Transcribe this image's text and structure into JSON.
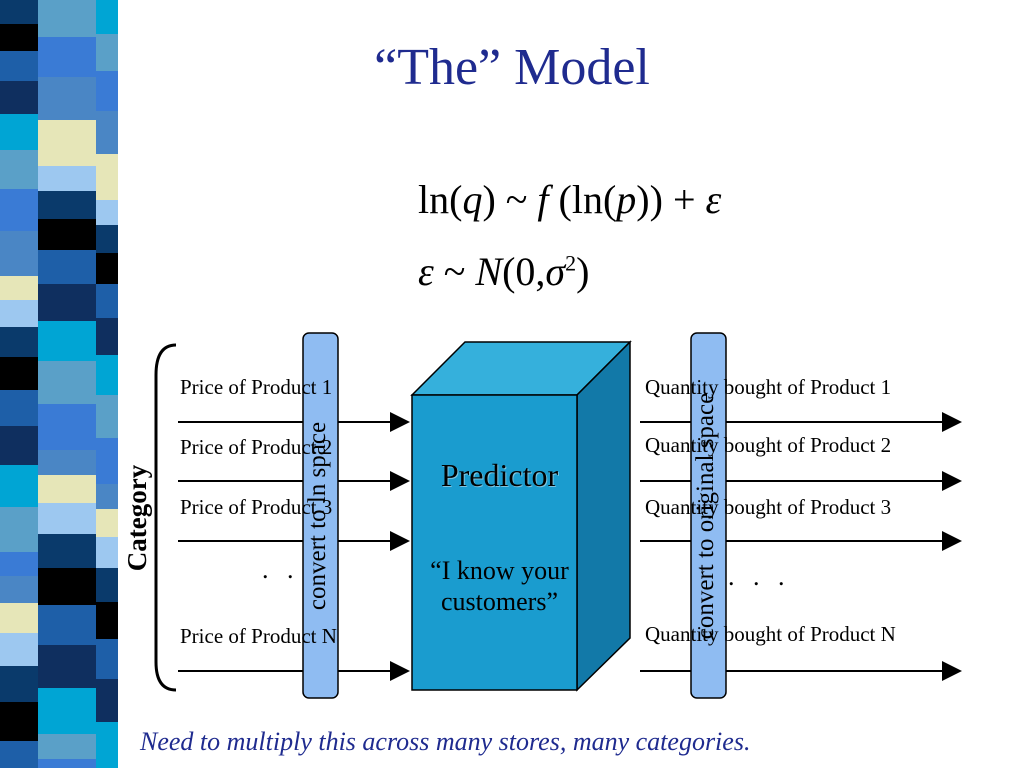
{
  "title": "“The” Model",
  "formula": {
    "line1": {
      "lhs": "ln(",
      "q": "q",
      "mid": ") ~ ",
      "f": "f",
      "rest": " (ln(",
      "p": "p",
      "tail": ")) + ",
      "eps": "ε"
    },
    "line2": {
      "eps": "ε",
      "tilde": " ~ ",
      "n": "N",
      "paren": "(0,",
      "sigma": "σ",
      "sup": "2",
      "close": ")"
    }
  },
  "category_label": "Category",
  "inputs": [
    "Price of Product 1",
    "Price of Product 2",
    "Price of Product 3",
    "Price of Product N"
  ],
  "outputs": [
    "Quantity bought of Product 1",
    "Quantity bought of Product 2",
    "Quantity bought of Product 3",
    "Quantity bought of Product N"
  ],
  "ellipsis_left": ". .",
  "ellipsis_right": ". . .",
  "convert_in": "convert to ln space",
  "convert_out": "convert to original space",
  "predictor": {
    "title": "Predictor",
    "subtitle": "“I know your customers”"
  },
  "footnote": "Need to multiply this across many stores, many categories.",
  "colors": {
    "title": "#1f2b8f",
    "box_front": "#1a9ccf",
    "box_top": "#35b0dc",
    "box_side": "#1279a8",
    "pill": "#8fbcf2"
  }
}
